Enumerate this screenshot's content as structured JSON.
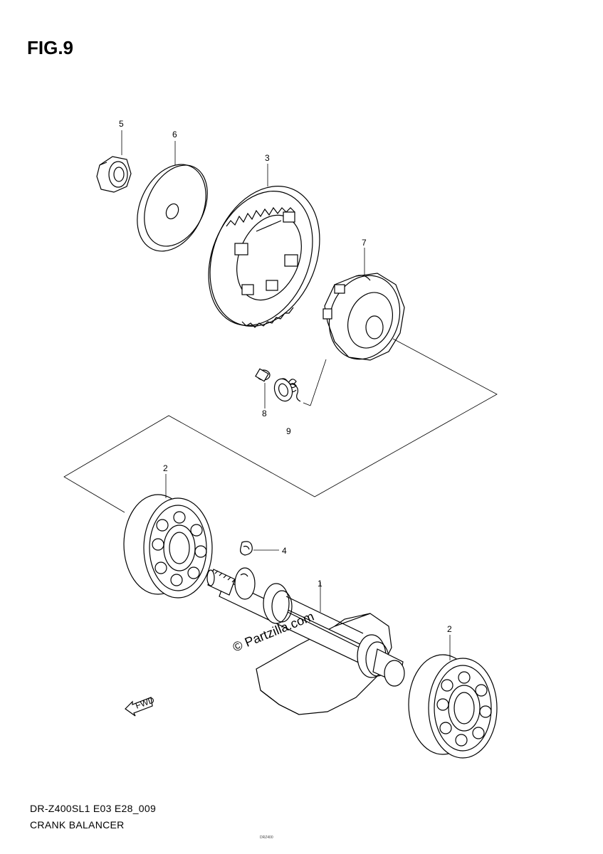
{
  "figure": {
    "title": "FIG.9"
  },
  "callouts": {
    "c1": "1",
    "c2a": "2",
    "c2b": "2",
    "c3": "3",
    "c4": "4",
    "c5": "5",
    "c6": "6",
    "c7": "7",
    "c8": "8",
    "c9": "9"
  },
  "watermark": {
    "text": "© Partzilla.com"
  },
  "fwd_label": "FWD",
  "footer": {
    "code": "DR-Z400SL1 E03 E28_009",
    "name": "CRANK BALANCER",
    "tiny": "DRZ400"
  }
}
